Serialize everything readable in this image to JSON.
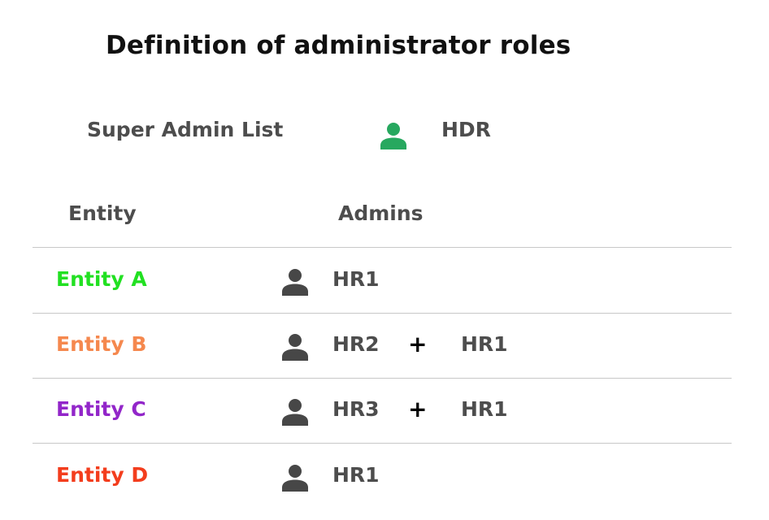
{
  "title": "Definition of administrator roles",
  "super_admin": {
    "label": "Super Admin List",
    "name": "HDR",
    "icon": "person-icon",
    "icon_color": "#27a85f"
  },
  "columns": {
    "entity": "Entity",
    "admins": "Admins"
  },
  "rows": [
    {
      "entity": "Entity A",
      "color": "#22e022",
      "admin_primary": "HR1",
      "plus": "",
      "admin_secondary": ""
    },
    {
      "entity": "Entity B",
      "color": "#f5884e",
      "admin_primary": "HR2",
      "plus": "+",
      "admin_secondary": "HR1"
    },
    {
      "entity": "Entity C",
      "color": "#9226c9",
      "admin_primary": "HR3",
      "plus": "+",
      "admin_secondary": "HR1"
    },
    {
      "entity": "Entity D",
      "color": "#f33d1d",
      "admin_primary": "HR1",
      "plus": "",
      "admin_secondary": ""
    }
  ],
  "icon_color": "#474747"
}
